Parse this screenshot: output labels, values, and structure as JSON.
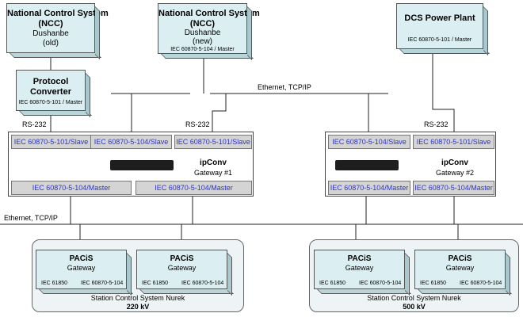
{
  "ncc_old": {
    "title1": "National Control System",
    "title2": "(NCC)",
    "city": "Dushanbe",
    "note": "(old)"
  },
  "ncc_new": {
    "title1": "National Control System",
    "title2": "(NCC)",
    "city": "Dushanbe",
    "note": "(new)",
    "protocol": "IEC 60870-5-104 / Master"
  },
  "dcs": {
    "title": "DCS Power Plant",
    "protocol": "IEC 60870-5-101 / Master"
  },
  "converter": {
    "title1": "Protocol",
    "title2": "Converter",
    "protocol": "IEC 60870-5-101 / Master"
  },
  "network": {
    "ethernet_top": "Ethernet, TCP/IP",
    "ethernet_bottom": "Ethernet, TCP/IP",
    "rs232": "RS-232"
  },
  "gateway1": {
    "name": "ipConv",
    "subtitle": "Gateway #1",
    "ports_top": [
      "IEC 60870-5-101/Slave",
      "IEC 60870-5-104/Slave",
      "IEC 60870-5-101/Slave"
    ],
    "ports_bottom": [
      "IEC 60870-5-104/Master",
      "IEC 60870-5-104/Master"
    ]
  },
  "gateway2": {
    "name": "ipConv",
    "subtitle": "Gateway #2",
    "ports_top": [
      "IEC 60870-5-104/Slave",
      "IEC 60870-5-101/Slave"
    ],
    "ports_bottom": [
      "IEC 60870-5-104/Master",
      "IEC 60870-5-104/Master"
    ]
  },
  "station1": {
    "label": "Station Control System Nurek",
    "voltage": "220 kV"
  },
  "station2": {
    "label": "Station Control System Nurek",
    "voltage": "500 kV"
  },
  "pacis": {
    "title": "PACiS",
    "subtitle": "Gateway",
    "proto_left": "IEC 61850",
    "proto_right": "IEC 60870-5-104"
  }
}
